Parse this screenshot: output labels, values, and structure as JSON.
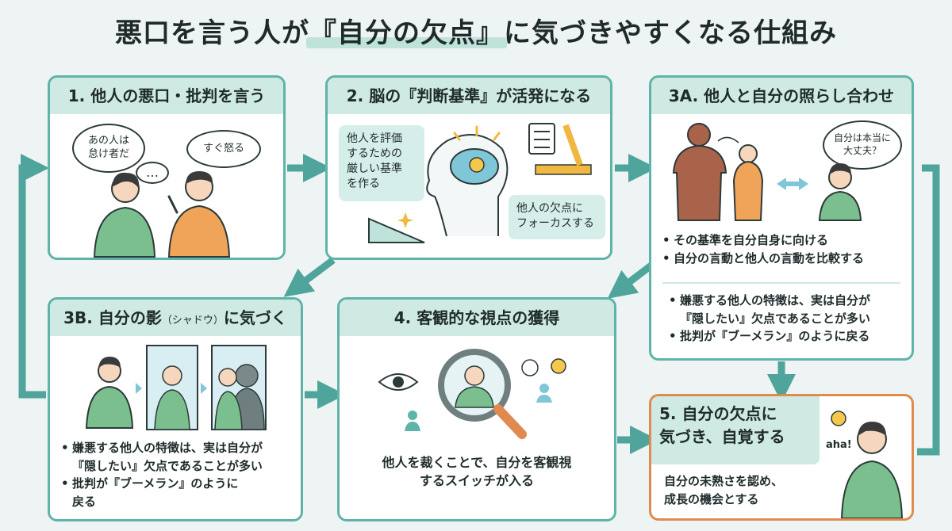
{
  "title": {
    "before": "悪口を言う人が",
    "highlight": "『自分の欠点』",
    "after": "に気づきやすくなる仕組み"
  },
  "card1": {
    "heading": "1. 他人の悪口・批判を言う",
    "bubble_left": "あの人は\n怠け者だ",
    "bubble_dots": "…",
    "bubble_right": "すぐ怒る"
  },
  "card2": {
    "heading": "2. 脳の『判断基準』が活発になる",
    "box_left": "他人を評価\nするための\n厳しい基準\nを作る",
    "box_right": "他人の欠点に\nフォーカスする"
  },
  "card3a": {
    "heading": "3A. 他人と自分の照らし合わせ",
    "bubble": "自分は本当に\n大丈夫？",
    "bullets": [
      "その基準を自分自身に向ける",
      "自分の言動と他人の言動を比較する"
    ],
    "lower_bullets": [
      "嫌悪する他人の特徴は、実は自分が\n『隠したい』欠点であることが多い",
      "批判が『ブーメラン』のように戻る"
    ]
  },
  "card3b": {
    "heading_main": "3B. 自分の影",
    "heading_small": "（シャドウ）",
    "heading_end": "に気づく",
    "bullets": [
      "嫌悪する他人の特徴は、実は自分が\n『隠したい』欠点であることが多い",
      "批判が『ブーメラン』のように\n戻る"
    ]
  },
  "card4": {
    "heading": "4. 客観的な視点の獲得",
    "text": "他人を裁くことで、自分を客観視\nするスイッチが入る"
  },
  "card5": {
    "heading": "5. 自分の欠点に\n気づき、自覚する",
    "aha": "aha!",
    "text": "自分の未熟さを認め、\n成長の機会とする"
  },
  "colors": {
    "teal": "#5fb3a8",
    "teal_light": "#cfe9e3",
    "orange": "#e08a4e",
    "green_shirt": "#7cbf8e",
    "orange_shirt": "#f0a45a"
  }
}
